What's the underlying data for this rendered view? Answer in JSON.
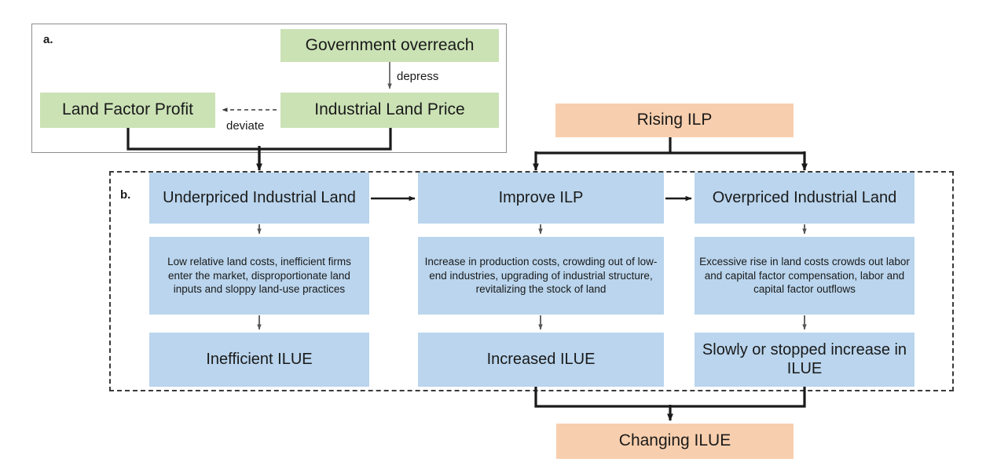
{
  "figure": {
    "panel_a": {
      "label": "a.",
      "nodes": [
        {
          "id": "government-overreach",
          "text": "Government overreach",
          "color": "#cbe2b5"
        },
        {
          "id": "industrial-land-price",
          "text": "Industrial Land Price",
          "color": "#cbe2b5"
        },
        {
          "id": "land-factor-profit",
          "text": "Land Factor Profit",
          "color": "#cbe2b5"
        }
      ],
      "edge_labels": [
        {
          "id": "depress",
          "text": "depress"
        },
        {
          "id": "deviate",
          "text": "deviate"
        }
      ]
    },
    "panel_b": {
      "label": "b.",
      "columns": [
        {
          "id": "underpriced",
          "header": "Underpriced Industrial Land",
          "detail": "Low relative land costs, inefficient firms enter the market, disproportionate land inputs and sloppy land-use practices",
          "result": "Inefficient ILUE"
        },
        {
          "id": "improve-ilp",
          "header": "Improve ILP",
          "detail": "Increase in production costs, crowding out of low-end industries, upgrading of industrial structure, revitalizing the stock of land",
          "result": "Increased ILUE"
        },
        {
          "id": "overpriced",
          "header": "Overpriced Industrial Land",
          "detail": "Excessive rise in land costs crowds out labor and capital factor compensation, labor and capital factor outflows",
          "result": "Slowly or stopped increase in ILUE"
        }
      ]
    },
    "external_nodes": [
      {
        "id": "rising-ilp",
        "text": "Rising ILP",
        "color": "#f8cfae"
      },
      {
        "id": "changing-ilue",
        "text": "Changing ILUE",
        "color": "#f8cfae"
      }
    ],
    "colors": {
      "green": "#cbe2b5",
      "blue": "#bad5ed",
      "orange": "#f8cfae",
      "stroke": "#1a1a1a",
      "panel_a_border": "#8d8d8d",
      "panel_b_border": "#3a3a3a"
    }
  }
}
